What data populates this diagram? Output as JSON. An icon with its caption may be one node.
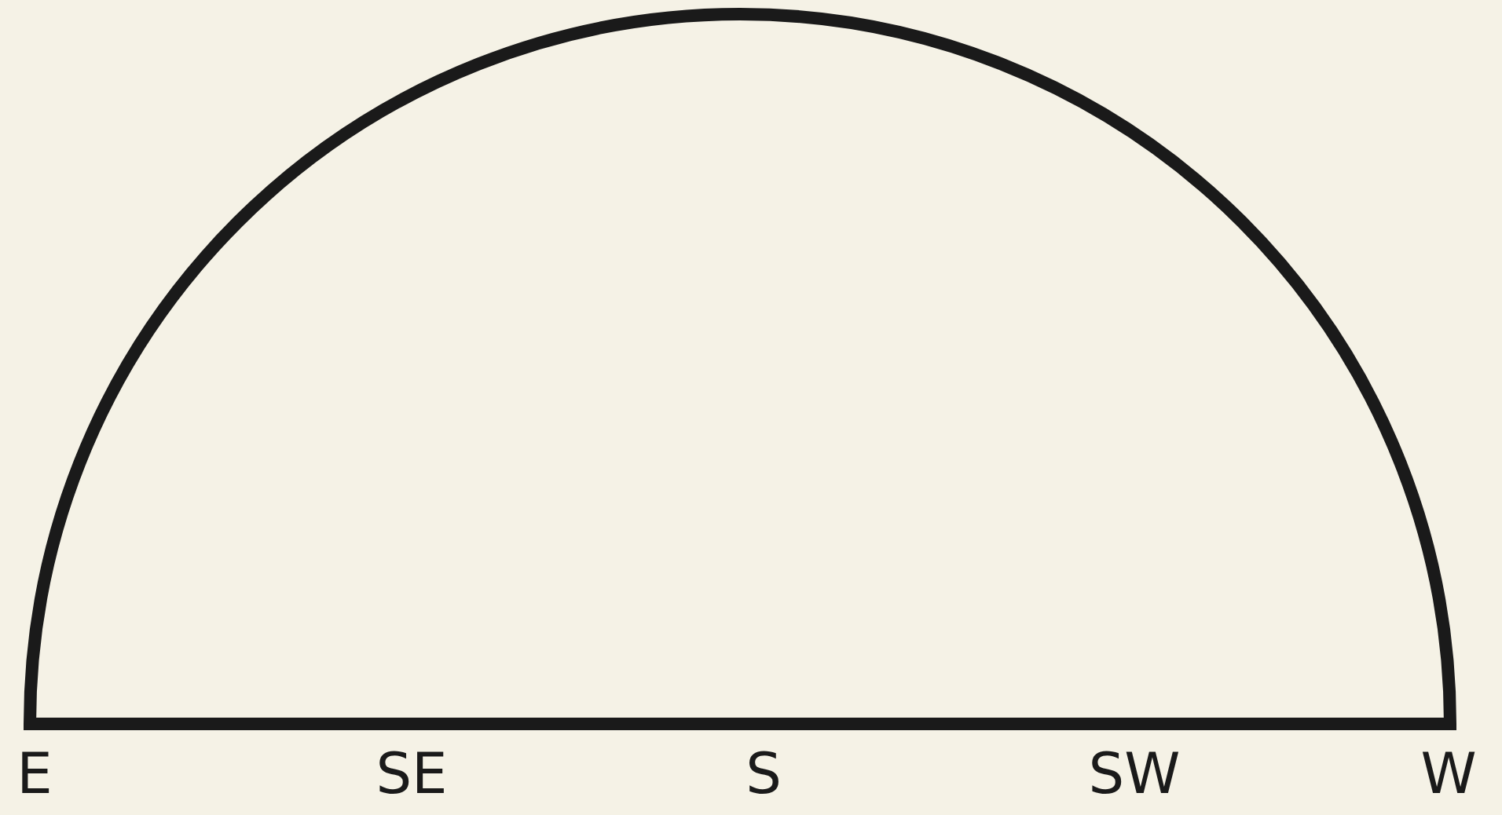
{
  "diagram": {
    "labels": [
      "E",
      "SE",
      "S",
      "SW",
      "W"
    ]
  }
}
